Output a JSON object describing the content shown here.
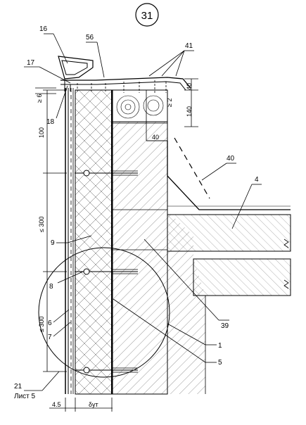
{
  "sheet_number": "31",
  "callouts": {
    "c16": "16",
    "c56": "56",
    "c41": "41",
    "c17": "17",
    "c18": "18",
    "c40": "40",
    "c4": "4",
    "c9": "9",
    "c8": "8",
    "c6": "6",
    "c7": "7",
    "c39": "39",
    "c1": "1",
    "c5": "5"
  },
  "dimensions": {
    "d_ge6": "≥ 6",
    "d_100": "100",
    "d_le300a": "≤ 300",
    "d_le300b": "≤ 300",
    "d_40top": "40",
    "d_140": "140",
    "d_40mid": "40",
    "d_min2": "≥ 2",
    "d_4_5": "4.5",
    "d_dut": "δут"
  },
  "reference": {
    "number": "21",
    "sheet": "Лист 5"
  }
}
